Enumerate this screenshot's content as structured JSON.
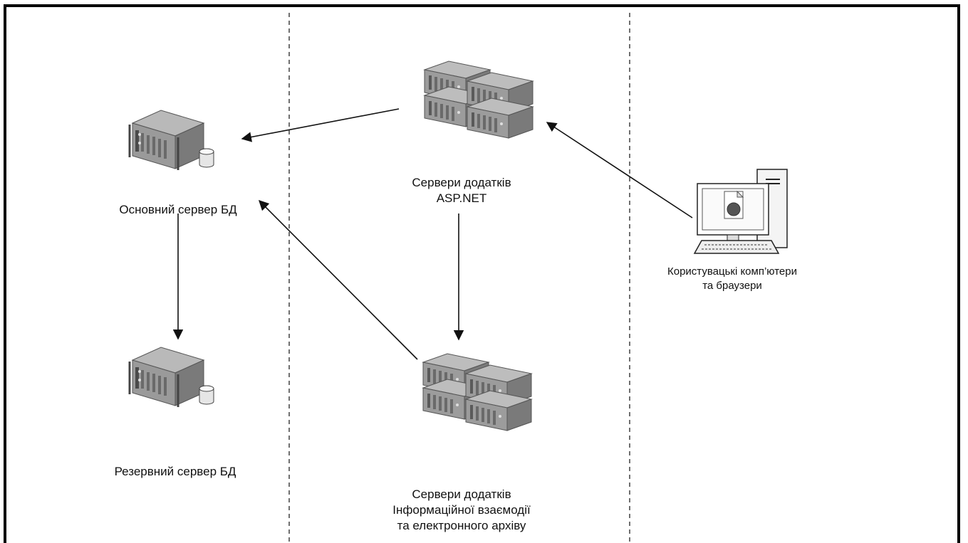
{
  "nodes": {
    "primary_db": {
      "label": "Основний сервер БД",
      "icon": "database-server-icon"
    },
    "backup_db": {
      "label": "Резервний сервер БД",
      "icon": "database-server-icon"
    },
    "asp_servers": {
      "label": "Сервери додатків\nASP.NET",
      "icon": "server-cluster-icon"
    },
    "archive_servers": {
      "label": "Сервери додатків\nІнформаційної взаємодії\nта електронного архіву",
      "icon": "server-cluster-icon"
    },
    "user_pcs": {
      "label": "Користувацькі комп’ютери\nта браузери",
      "icon": "desktop-computer-icon"
    }
  },
  "colors": {
    "line": "#111111",
    "server_body": "#8c8c8c",
    "server_top": "#b8b8b8",
    "server_front": "#5f5f5f"
  }
}
